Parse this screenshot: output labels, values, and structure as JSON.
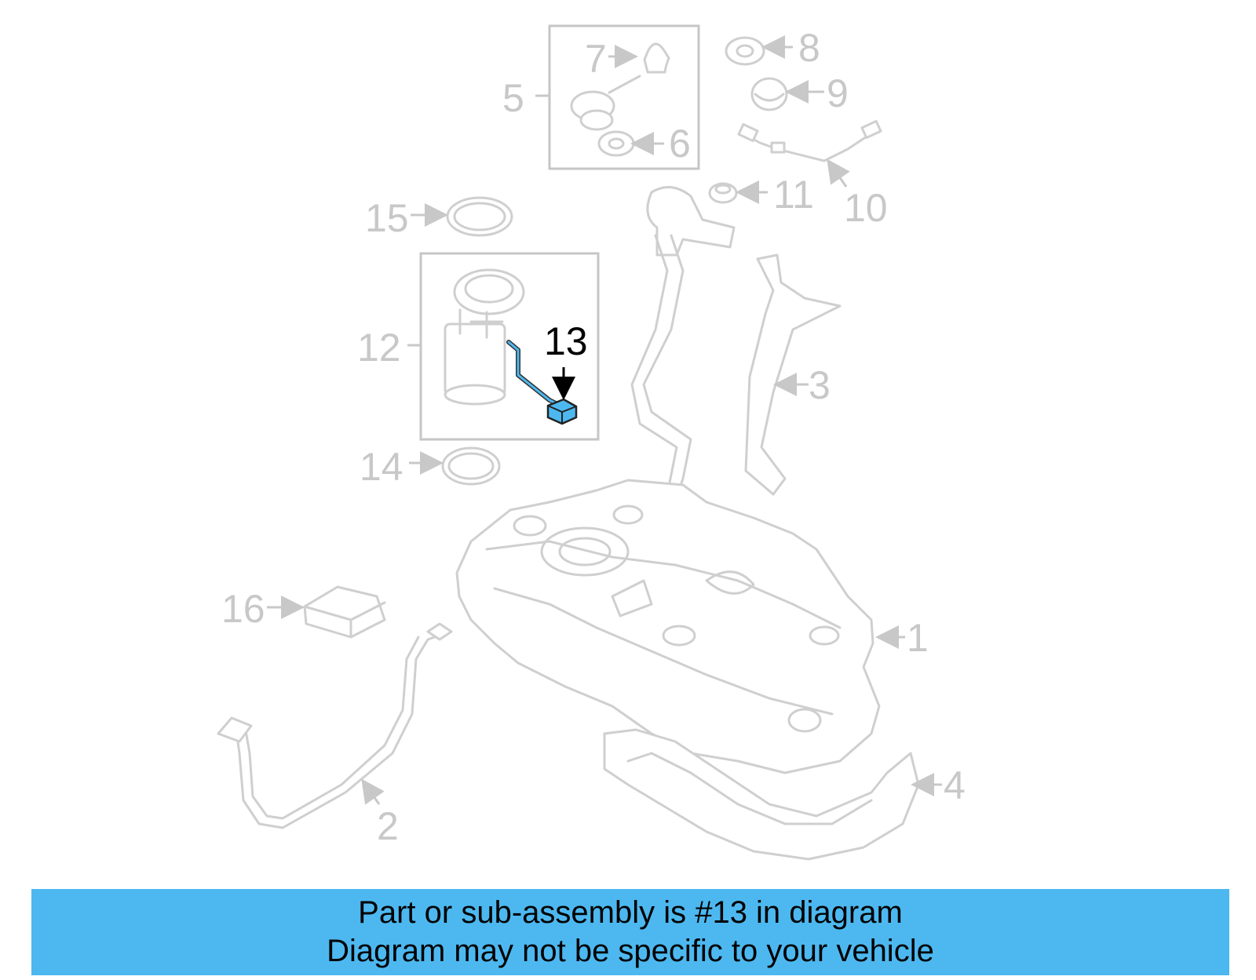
{
  "diagram": {
    "highlight_color": "#4db8f0",
    "callouts": [
      {
        "id": "1",
        "label": "1"
      },
      {
        "id": "2",
        "label": "2"
      },
      {
        "id": "3",
        "label": "3"
      },
      {
        "id": "4",
        "label": "4"
      },
      {
        "id": "5",
        "label": "5"
      },
      {
        "id": "6",
        "label": "6"
      },
      {
        "id": "7",
        "label": "7"
      },
      {
        "id": "8",
        "label": "8"
      },
      {
        "id": "9",
        "label": "9"
      },
      {
        "id": "10",
        "label": "10"
      },
      {
        "id": "11",
        "label": "11"
      },
      {
        "id": "12",
        "label": "12"
      },
      {
        "id": "13",
        "label": "13",
        "highlighted": true
      },
      {
        "id": "14",
        "label": "14"
      },
      {
        "id": "15",
        "label": "15"
      },
      {
        "id": "16",
        "label": "16"
      }
    ]
  },
  "banner": {
    "line1": "Part or sub-assembly is #13 in diagram",
    "line2": "Diagram may not be specific to your vehicle",
    "background": "#4db8f0"
  }
}
